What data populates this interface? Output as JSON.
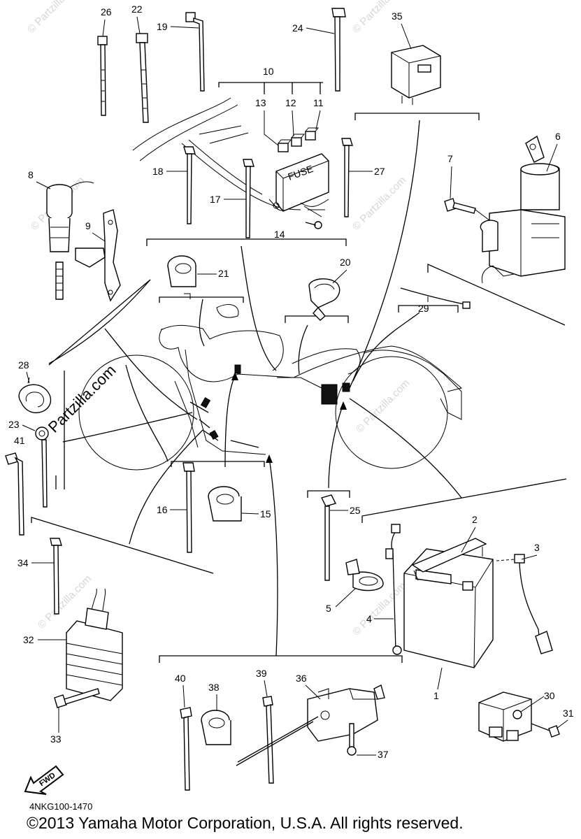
{
  "diagram": {
    "labels": [
      "1",
      "2",
      "3",
      "4",
      "5",
      "6",
      "7",
      "8",
      "9",
      "10",
      "11",
      "12",
      "13",
      "14",
      "15",
      "16",
      "17",
      "18",
      "19",
      "20",
      "21",
      "22",
      "23",
      "24",
      "25",
      "26",
      "27",
      "28",
      "29",
      "30",
      "31",
      "32",
      "33",
      "34",
      "35",
      "36",
      "37",
      "38",
      "39",
      "40",
      "41"
    ],
    "fuse_text": "FUSE",
    "fwd_text": "FWD",
    "watermark": "Partzilla.com",
    "watermark_small": "© Partzilla.com"
  },
  "footer": {
    "code": "4NKG100-1470",
    "copyright": "©2013  Yamaha Motor Corporation, U.S.A. All rights reserved."
  }
}
